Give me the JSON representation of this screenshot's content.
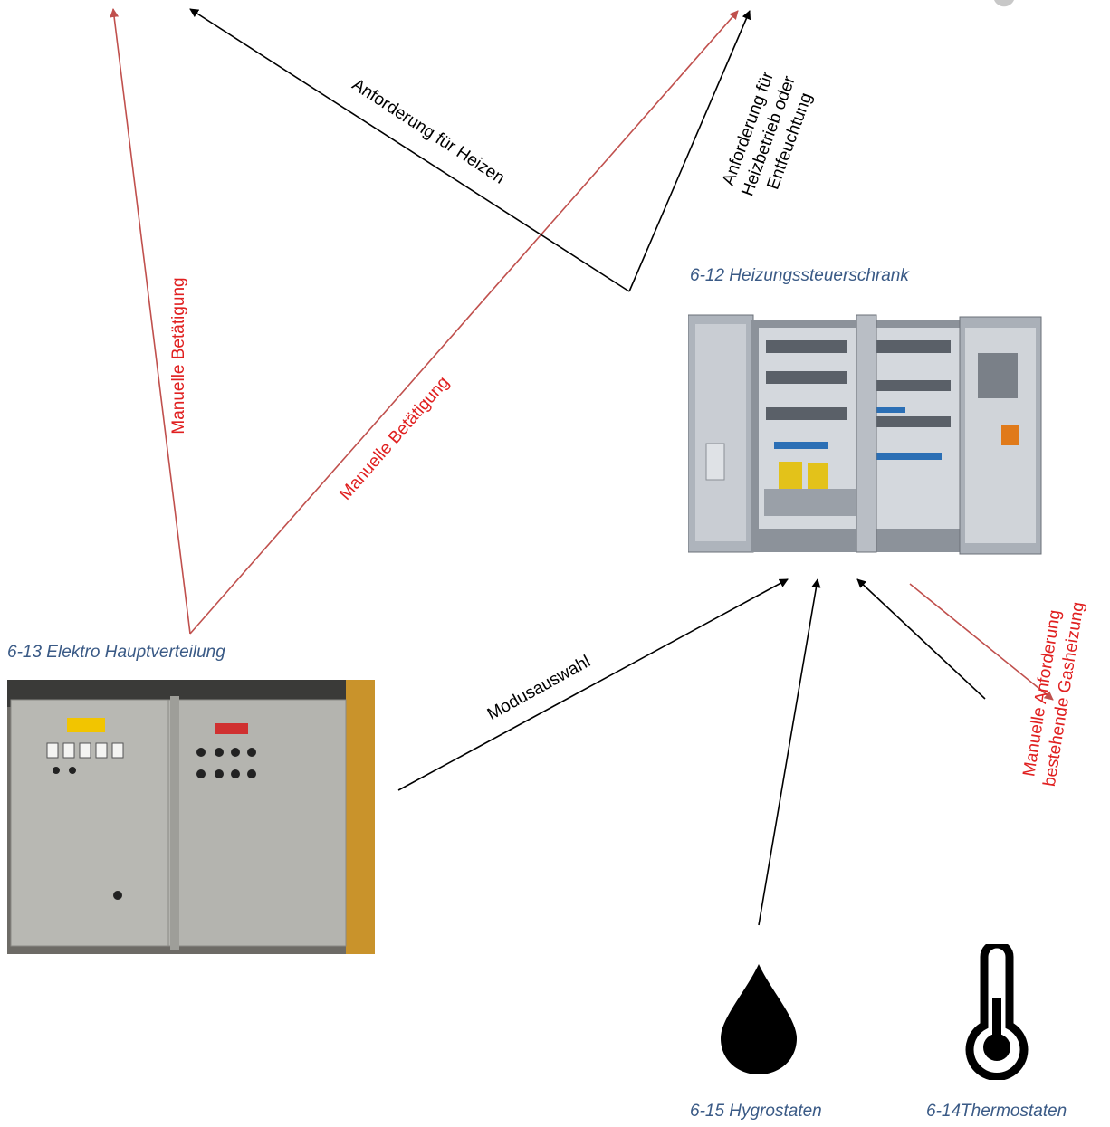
{
  "nodes": {
    "heating_cabinet": "6-12 Heizungssteuerschrank",
    "main_distribution": "6-13 Elektro Hauptverteilung",
    "hygrostats": "6-15 Hygrostaten",
    "thermostats": "6-14Thermostaten"
  },
  "edges": {
    "manual_up": "Manuelle Betätigung",
    "manual_diag": "Manuelle Betätigung",
    "heating_request": "Anforderung für Heizen",
    "heat_dehum": [
      "Anforderung für",
      "Heizbetrieb oder",
      "Entfeuchtung"
    ],
    "mode": "Modusauswahl",
    "gas_request": [
      "Manuelle Anforderung",
      "bestehende Gasheizung"
    ]
  },
  "colors": {
    "caption": "#3a5a86",
    "red_edge": "#c0504d",
    "red_label": "#e02020",
    "black_edge": "#000000"
  },
  "icons": [
    "water-drop-icon",
    "thermometer-icon"
  ]
}
